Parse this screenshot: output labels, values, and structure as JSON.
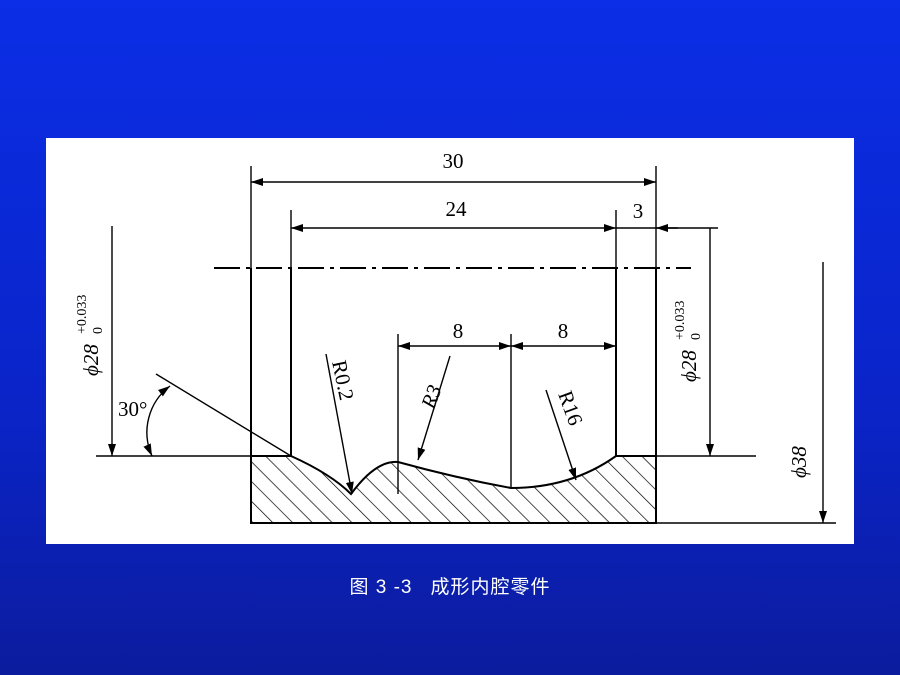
{
  "diagram": {
    "dims": {
      "overall_width": "30",
      "inner_width": "24",
      "right_step": "3",
      "left_seg": "8",
      "right_seg": "8",
      "dia_left": "ϕ28",
      "dia_left_upper": "+0.033",
      "dia_left_lower": "0",
      "dia_right": "ϕ28",
      "dia_right_upper": "+0.033",
      "dia_right_lower": "0",
      "dia_outer": "ϕ38",
      "angle": "30°",
      "radius_small": "R0.2",
      "radius_mid": "R3",
      "radius_large": "R16"
    }
  },
  "caption": {
    "number": "图 3 -3",
    "title": "成形内腔零件"
  }
}
